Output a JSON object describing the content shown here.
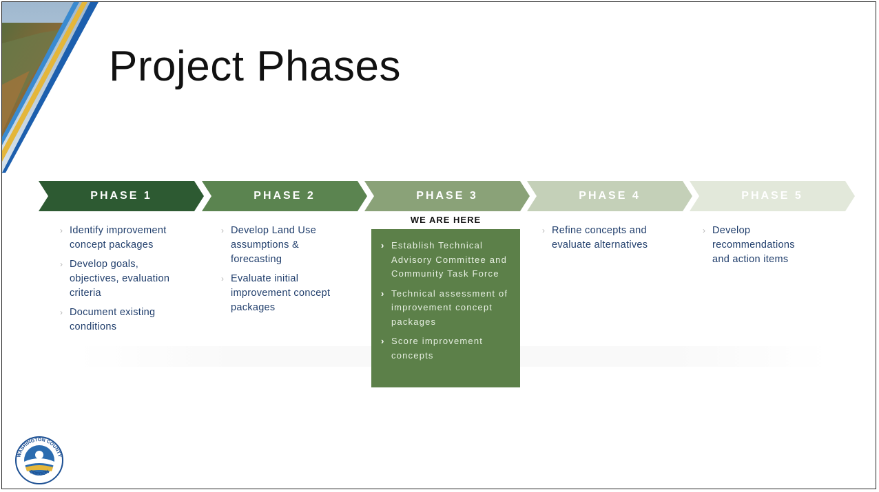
{
  "slide": {
    "title": "Project Phases"
  },
  "phases": [
    {
      "label": "PHASE 1",
      "color": "#2d5a32",
      "items": [
        "Identify improvement concept packages",
        "Develop goals, objectives, evaluation criteria",
        "Document existing conditions"
      ]
    },
    {
      "label": "PHASE 2",
      "color": "#5b8450",
      "items": [
        "Develop Land Use assumptions & forecasting",
        "Evaluate initial improvement concept packages"
      ]
    },
    {
      "label": "PHASE 3",
      "color": "#8aa278",
      "items": [
        "Establish Technical Advisory Committee and Community Task Force",
        "Technical assessment of improvement concept packages",
        "Score improvement concepts"
      ]
    },
    {
      "label": "PHASE 4",
      "color": "#c4d0b8",
      "items": [
        "Refine concepts and evaluate alternatives"
      ]
    },
    {
      "label": "PHASE 5",
      "color": "#e2e8da",
      "items": [
        "Develop recommendations and action items"
      ]
    }
  ],
  "current_phase": {
    "label": "WE ARE HERE",
    "box_color": "#5c8049"
  },
  "logo": {
    "top_text": "WASHINGTON COUNTY",
    "bottom_text": "OREGON"
  }
}
